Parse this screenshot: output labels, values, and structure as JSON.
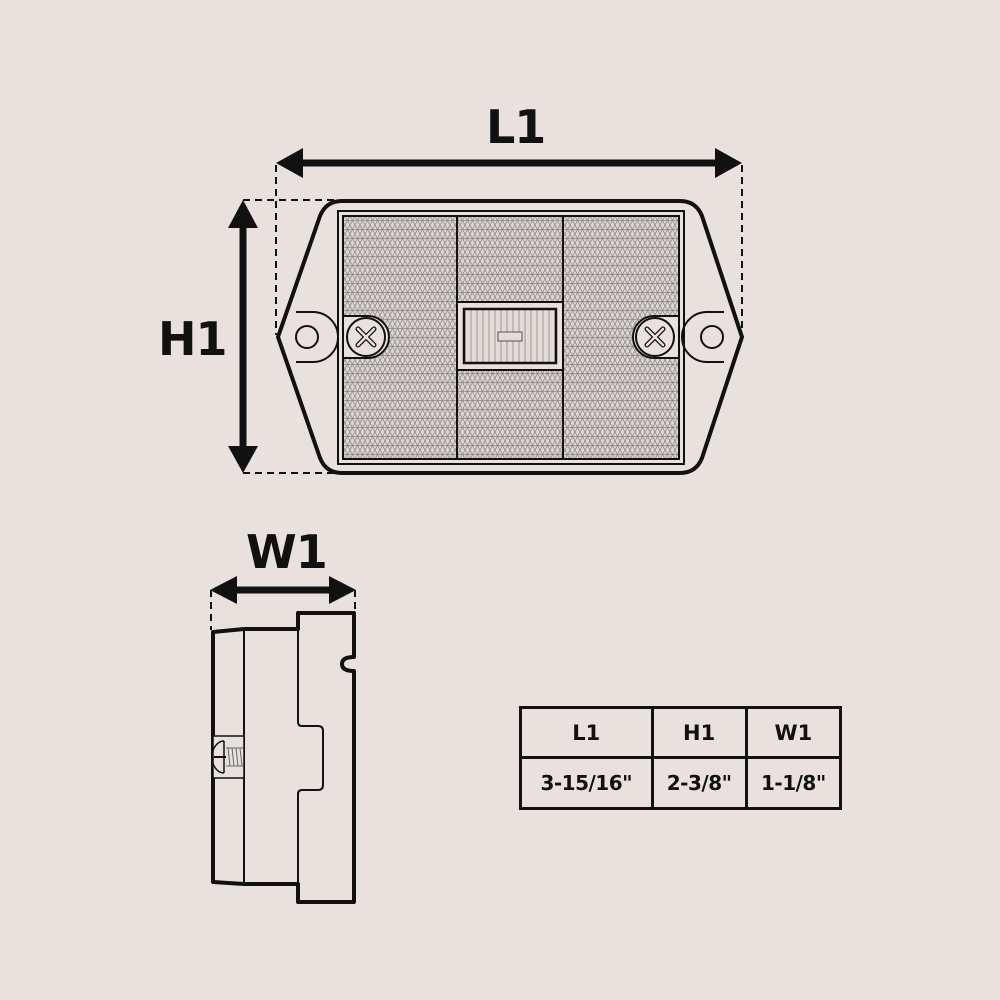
{
  "diagram": {
    "type": "dimension-drawing",
    "subject": "rectangular reflector / clearance light",
    "views": [
      "front-view",
      "side-view"
    ],
    "labels": {
      "length": "L1",
      "height": "H1",
      "width": "W1"
    },
    "colors": {
      "background": "#e8e1de",
      "line": "#111111"
    }
  },
  "dimensions_table": {
    "headers": [
      "L1",
      "H1",
      "W1"
    ],
    "values": [
      "3-15/16\"",
      "2-3/8\"",
      "1-1/8\""
    ]
  }
}
